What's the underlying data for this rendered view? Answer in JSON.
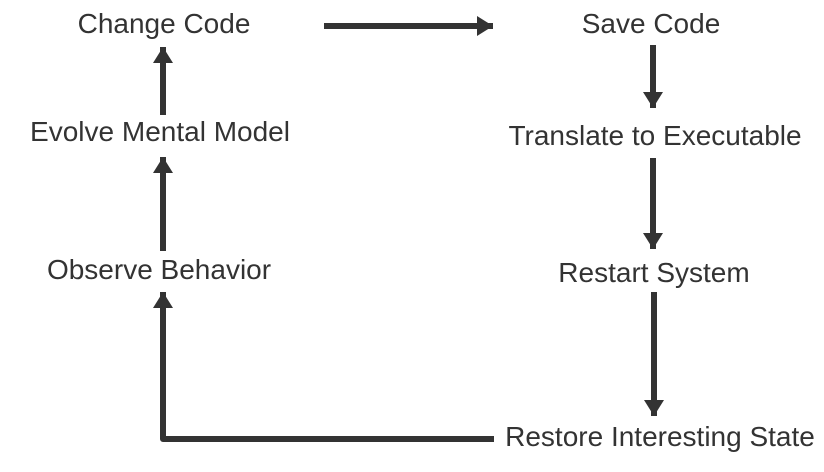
{
  "nodes": {
    "change_code": {
      "label": "Change Code"
    },
    "save_code": {
      "label": "Save Code"
    },
    "translate_to_executable": {
      "label": "Translate to Executable"
    },
    "restart_system": {
      "label": "Restart System"
    },
    "restore_interesting_state": {
      "label": "Restore Interesting State"
    },
    "observe_behavior": {
      "label": "Observe Behavior"
    },
    "evolve_mental_model": {
      "label": "Evolve Mental Model"
    }
  },
  "edges": [
    {
      "from": "Change Code",
      "to": "Save Code"
    },
    {
      "from": "Save Code",
      "to": "Translate to Executable"
    },
    {
      "from": "Translate to Executable",
      "to": "Restart System"
    },
    {
      "from": "Restart System",
      "to": "Restore Interesting State"
    },
    {
      "from": "Restore Interesting State",
      "to": "Observe Behavior"
    },
    {
      "from": "Observe Behavior",
      "to": "Evolve Mental Model"
    },
    {
      "from": "Evolve Mental Model",
      "to": "Change Code"
    }
  ],
  "colors": {
    "arrow": "#333333",
    "text": "#333333",
    "background": "#ffffff"
  }
}
